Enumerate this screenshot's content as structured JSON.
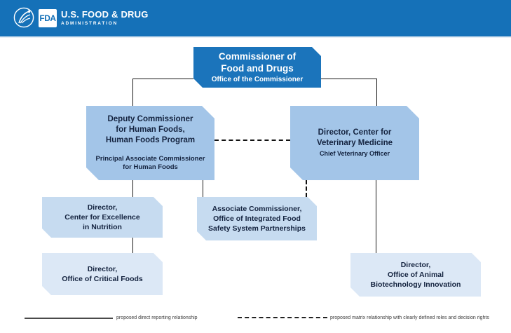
{
  "header": {
    "fda_acronym": "FDA",
    "name_line1": "U.S. FOOD & DRUG",
    "name_line2": "ADMINISTRATION",
    "bar_color": "#1571B8"
  },
  "org_chart": {
    "nodes": {
      "commissioner": {
        "title": "Commissioner of\nFood and Drugs",
        "subtitle": "Office of the Commissioner",
        "color": "#1B74BB"
      },
      "deputy_human_foods": {
        "title": "Deputy Commissioner\nfor Human Foods,\nHuman Foods Program",
        "subtitle": "Principal Associate Commissioner\nfor Human Foods",
        "color": "#A3C5E8"
      },
      "veterinary_medicine": {
        "title": "Director, Center for\nVeterinary Medicine",
        "subtitle": "Chief Veterinary Officer",
        "color": "#A3C5E8"
      },
      "nutrition": {
        "title": "Director,\nCenter for Excellence\nin Nutrition",
        "color": "#C6DBF0"
      },
      "integrated_food_safety": {
        "title": "Associate Commissioner,\nOffice of Integrated Food\nSafety System Partnerships",
        "color": "#C6DBF0"
      },
      "critical_foods": {
        "title": "Director,\nOffice of Critical Foods",
        "color": "#DCE8F6"
      },
      "animal_biotech": {
        "title": "Director,\nOffice of Animal\nBiotechnology Innovation",
        "color": "#DCE8F6"
      }
    },
    "edges": [
      {
        "from": "commissioner",
        "to": "deputy_human_foods",
        "type": "direct"
      },
      {
        "from": "commissioner",
        "to": "veterinary_medicine",
        "type": "direct"
      },
      {
        "from": "deputy_human_foods",
        "to": "veterinary_medicine",
        "type": "matrix"
      },
      {
        "from": "deputy_human_foods",
        "to": "nutrition",
        "type": "direct"
      },
      {
        "from": "deputy_human_foods",
        "to": "integrated_food_safety",
        "type": "direct"
      },
      {
        "from": "veterinary_medicine",
        "to": "integrated_food_safety",
        "type": "matrix"
      },
      {
        "from": "nutrition",
        "to": "critical_foods",
        "type": "direct"
      },
      {
        "from": "veterinary_medicine",
        "to": "animal_biotech",
        "type": "direct"
      }
    ]
  },
  "legend": {
    "solid_label": "proposed direct reporting relationship",
    "dashed_label": "proposed matrix relationship with clearly defined roles and decision rights"
  }
}
